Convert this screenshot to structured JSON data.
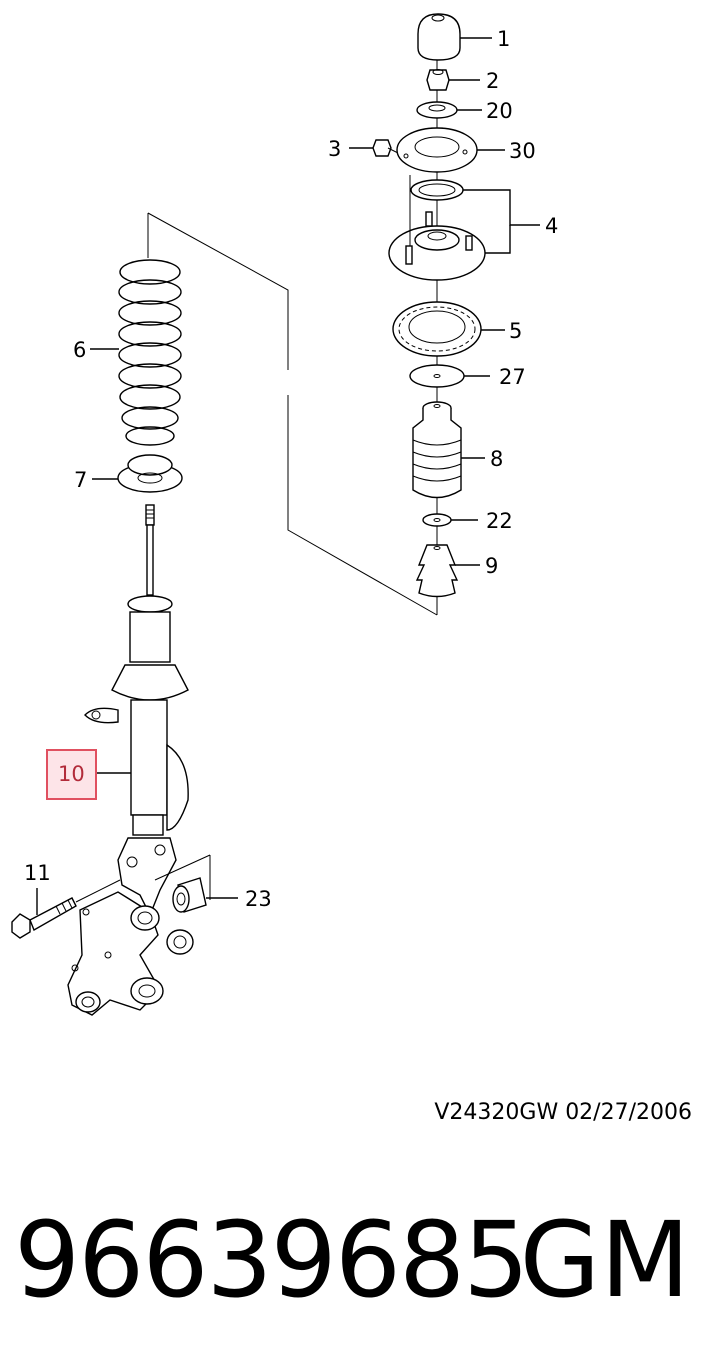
{
  "diagram": {
    "callouts": [
      {
        "id": "1",
        "label": "1"
      },
      {
        "id": "2",
        "label": "2"
      },
      {
        "id": "20",
        "label": "20"
      },
      {
        "id": "3",
        "label": "3"
      },
      {
        "id": "30",
        "label": "30"
      },
      {
        "id": "4",
        "label": "4"
      },
      {
        "id": "5",
        "label": "5"
      },
      {
        "id": "27",
        "label": "27"
      },
      {
        "id": "6",
        "label": "6"
      },
      {
        "id": "8",
        "label": "8"
      },
      {
        "id": "7",
        "label": "7"
      },
      {
        "id": "22",
        "label": "22"
      },
      {
        "id": "9",
        "label": "9"
      },
      {
        "id": "10",
        "label": "10",
        "highlighted": true
      },
      {
        "id": "11",
        "label": "11"
      },
      {
        "id": "23",
        "label": "23"
      }
    ],
    "reference_code": "V24320GW  02/27/2006",
    "highlight_color": "#e05060"
  },
  "footer": {
    "part_number": "96639685",
    "brand": "GM"
  }
}
